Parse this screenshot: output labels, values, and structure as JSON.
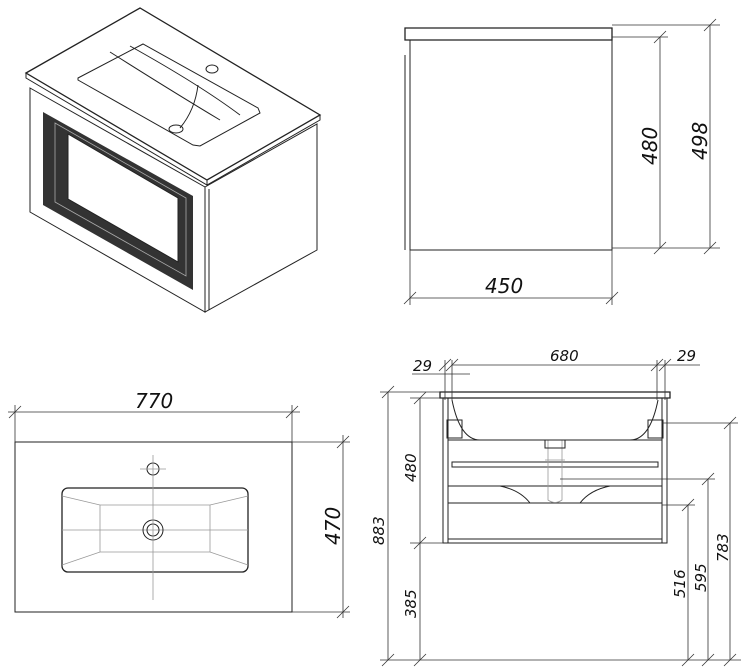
{
  "views": {
    "side": {
      "height_cabinet": "480",
      "height_total": "498",
      "depth": "450"
    },
    "top": {
      "width": "770",
      "depth": "470"
    },
    "front": {
      "left_offset": "29",
      "inner_width": "680",
      "right_offset": "29",
      "cabinet_height": "480",
      "total_height": "883",
      "floor_gap": "385",
      "h516": "516",
      "h595": "595",
      "h783": "783"
    }
  },
  "colors": {
    "line": "#222222",
    "background": "#ffffff"
  }
}
